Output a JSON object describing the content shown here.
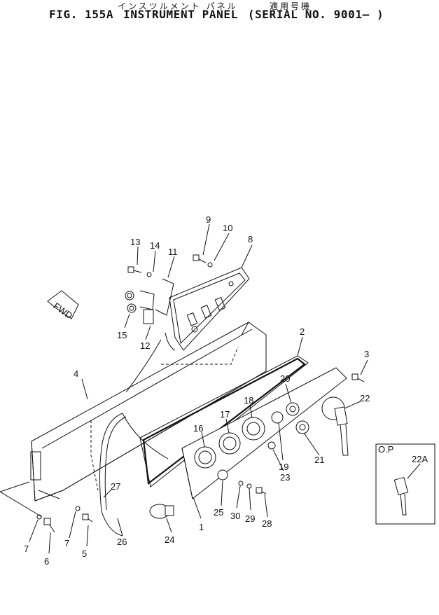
{
  "header": {
    "jp_title": "インスツルメント パネル",
    "jp_applicable": "適用号機",
    "fig_label": "FIG. 155A",
    "title": "INSTRUMENT PANEL",
    "serial": "(SERIAL NO. 9001– )"
  },
  "direction_label": "FWD",
  "option_box": {
    "label": "O.P",
    "part": "22A"
  },
  "callouts": [
    "1",
    "2",
    "3",
    "4",
    "5",
    "6",
    "7",
    "7",
    "8",
    "9",
    "10",
    "11",
    "12",
    "13",
    "14",
    "15",
    "16",
    "17",
    "18",
    "19",
    "20",
    "21",
    "22",
    "23",
    "24",
    "25",
    "26",
    "27",
    "28",
    "29",
    "30"
  ]
}
